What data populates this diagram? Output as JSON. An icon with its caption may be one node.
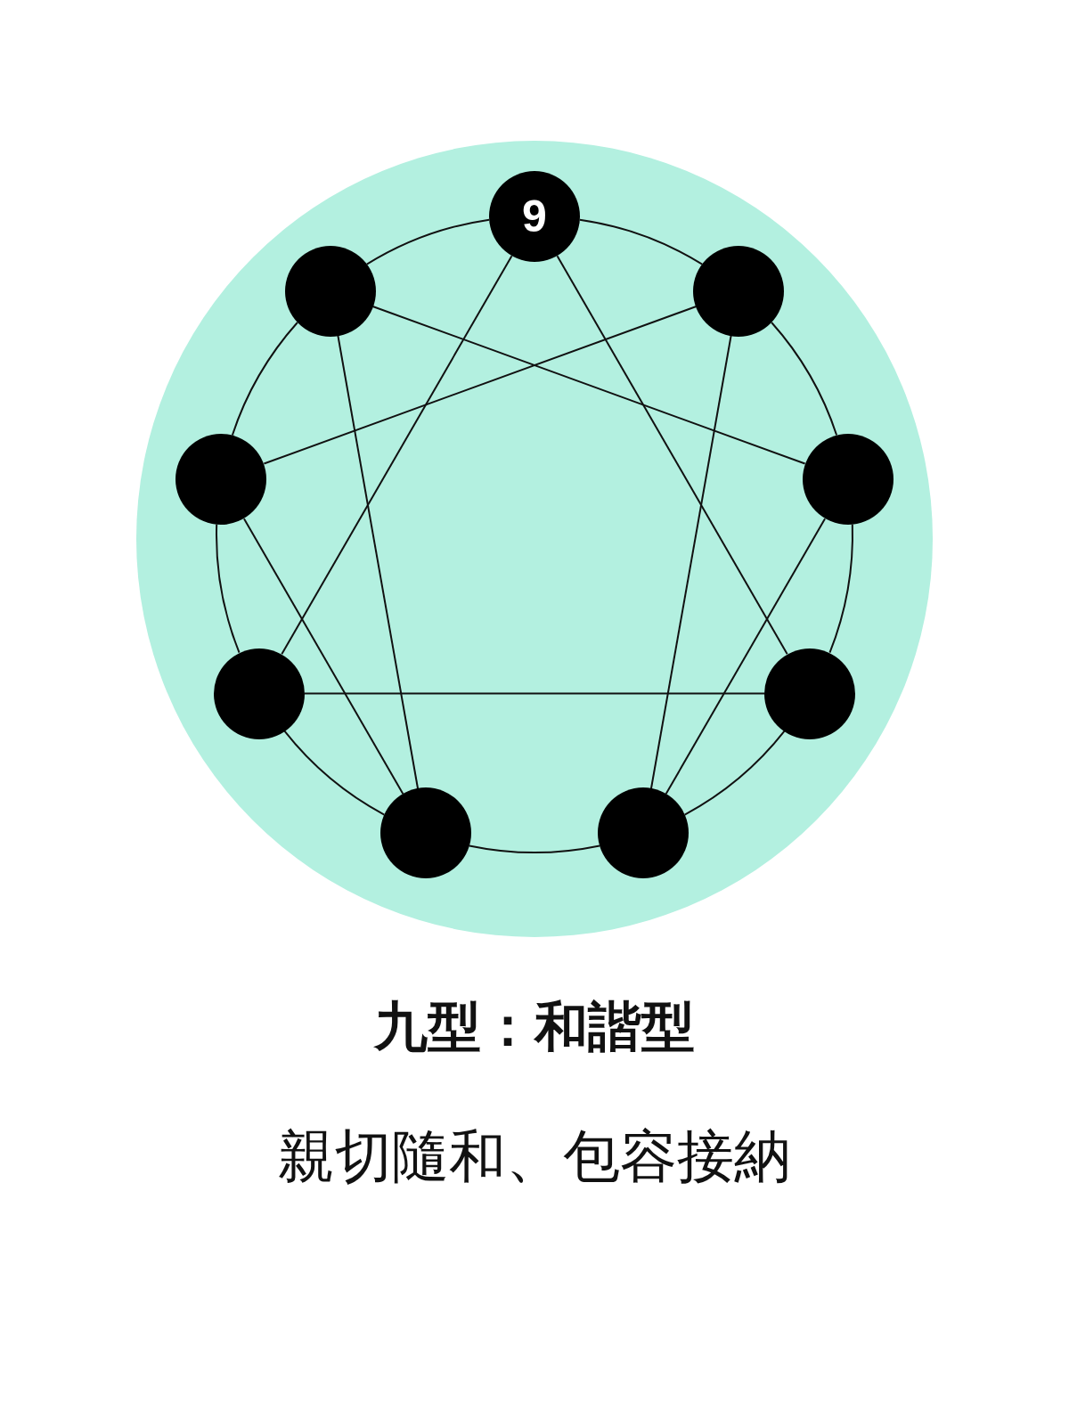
{
  "diagram": {
    "title": "九型：和諧型",
    "nodes": [
      {
        "text": [
          "9"
        ]
      },
      {
        "text": [],
        "shape": "circle"
      },
      {
        "text": [],
        "shape": "circle"
      },
      {
        "text": [],
        "shape": "circle"
      },
      {
        "text": [],
        "shape": "circle"
      },
      {
        "text": [],
        "shape": "circle"
      },
      {
        "text": [],
        "shape": "circle"
      },
      {
        "text": [],
        "shape": "circle"
      },
      {
        "text": [],
        "shape": "circle"
      }
    ],
    "edges": [
      {
        "from": 0,
        "to": 2,
        "arrow": "none"
      },
      {
        "from": 2,
        "to": 4,
        "arrow": "none"
      },
      {
        "from": 4,
        "to": 6,
        "arrow": "none"
      },
      {
        "from": 6,
        "to": 8,
        "arrow": "none"
      },
      {
        "from": 8,
        "to": 7,
        "arrow": "none"
      },
      {
        "from": 7,
        "to": 5,
        "arrow": "none"
      },
      {
        "from": 5,
        "to": 3,
        "arrow": "none"
      },
      {
        "from": 3,
        "to": 1,
        "arrow": "none"
      },
      {
        "from": 1,
        "to": 0,
        "arrow": "none"
      },
      {
        "from": 0,
        "to": 6,
        "arrow": "none"
      },
      {
        "from": 6,
        "to": 5,
        "arrow": "none"
      },
      {
        "from": 5,
        "to": 0,
        "arrow": "none"
      },
      {
        "from": 2,
        "to": 8,
        "arrow": "none"
      },
      {
        "from": 8,
        "to": 4,
        "arrow": "none"
      },
      {
        "from": 4,
        "to": 1,
        "arrow": "none"
      },
      {
        "from": 1,
        "to": 7,
        "arrow": "none"
      },
      {
        "from": 7,
        "to": 3,
        "arrow": "none"
      },
      {
        "from": 3,
        "to": 2,
        "arrow": "none"
      }
    ],
    "labels": [
      "親切隨和、包容接納"
    ]
  }
}
